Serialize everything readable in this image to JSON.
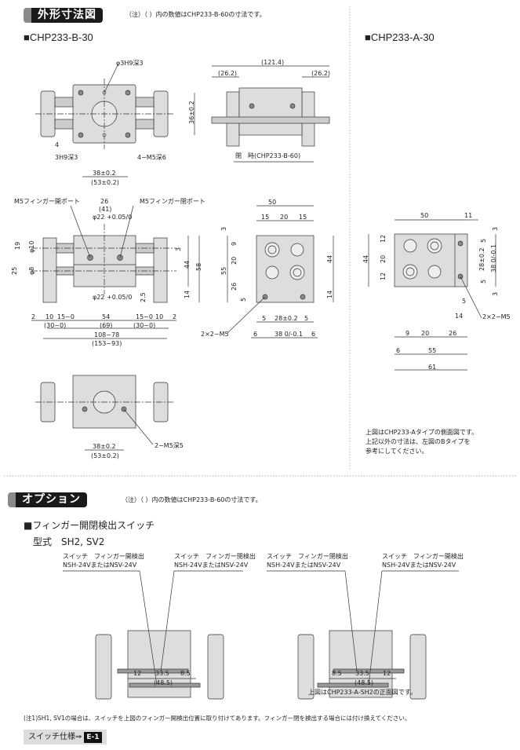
{
  "outline": {
    "title": "外形寸法図",
    "note": "（注）（ ）内の数値はCHP233-B-60の寸法です。",
    "b30": {
      "title": "■CHP233-B-30",
      "top_view": {
        "hole": "φ3H9深3",
        "height": "36±0.2",
        "offset": "4",
        "hole2": "3H9深3",
        "tap": "4−M5深6",
        "pitch": "38±0.2",
        "pitch_b60": "(53±0.2)"
      },
      "closed_view": {
        "overall": "(121.4)",
        "left": "(26.2)",
        "right": "(26.2)",
        "caption": "閉　時(CHP233-B-60)"
      },
      "front_view": {
        "open_port": "M5フィンガー開ポート",
        "close_port": "M5フィンガー閉ポート",
        "w26": "26",
        "w41": "(41)",
        "bore_top": "φ22 +0.05/0",
        "bore_bottom": "φ22 +0.05/0",
        "h19": "19",
        "d10": "φ10",
        "h25": "25",
        "d8": "φ8",
        "h3": "3",
        "h44": "44",
        "h58": "58",
        "h14": "14",
        "h2_5": "2.5",
        "row1": [
          "2",
          "10",
          "15~0",
          "54",
          "15~0",
          "10",
          "2"
        ],
        "row2": [
          "(30~0)",
          "(69)",
          "(30~0)"
        ],
        "overall": "108~78",
        "overall_b60": "(153~93)"
      },
      "side_view": {
        "w50": "50",
        "top": [
          "15",
          "20",
          "15"
        ],
        "left": [
          "3",
          "9",
          "20",
          "55",
          "26",
          "5"
        ],
        "right": [
          "44",
          "14"
        ],
        "row1": [
          "5",
          "28±0.2",
          "5"
        ],
        "row2": [
          "6",
          "38 0/-0.1",
          "6"
        ],
        "tap": "2×2−M5"
      }
    },
    "b60_bottom": {
      "tap": "2−M5深5",
      "pitch": "38±0.2",
      "pitch_b60": "(53±0.2)"
    },
    "a30": {
      "title": "■CHP233-A-30",
      "dims": {
        "w50": "50",
        "w11": "11",
        "h44": "44",
        "left": [
          "12",
          "20",
          "12"
        ],
        "right": [
          "3",
          "5",
          "28±0.2",
          "38 0/-0.1",
          "5",
          "3"
        ],
        "d5": "5",
        "d14": "14",
        "tap": "2×2−M5",
        "row1": [
          "9",
          "20",
          "26"
        ],
        "row2": [
          "6",
          "55"
        ],
        "w61": "61"
      },
      "caption": [
        "上図はCHP233-Aタイプの側面図です。",
        "上記以外の寸法は、左図のBタイプを",
        "参考にしてください。"
      ]
    }
  },
  "option": {
    "title": "オプション",
    "note": "（注）（ ）内の数値はCHP233-B-60の寸法です。",
    "subtitle": "■フィンガー開閉検出スイッチ",
    "model": "型式　SH2, SV2",
    "left": {
      "sw1": [
        "スイッチ　フィンガー開検出",
        "NSH-24VまたはNSV-24V"
      ],
      "sw2": [
        "スイッチ　フィンガー閉検出",
        "NSH-24VまたはNSV-24V"
      ],
      "dims": [
        "12",
        "33.5",
        "8.5"
      ],
      "total": "(48.5)"
    },
    "right": {
      "sw1": [
        "スイッチ　フィンガー閉検出",
        "NSH-24VまたはNSV-24V"
      ],
      "sw2": [
        "スイッチ　フィンガー開検出",
        "NSH-24VまたはNSV-24V"
      ],
      "dims": [
        "8.5",
        "33.5",
        "12"
      ],
      "total": "(48.5)",
      "caption": "上図はCHP233-A-SH2の正面図です。"
    },
    "footnote": "(注1)SH1, SV1の場合は、スイッチを上図のフィンガー開検出位置に取り付けてあります。フィンガー閉を検出する場合には付け換えてください。",
    "spec_label": "スイッチ仕様⇒",
    "spec_ref": "E-1"
  }
}
